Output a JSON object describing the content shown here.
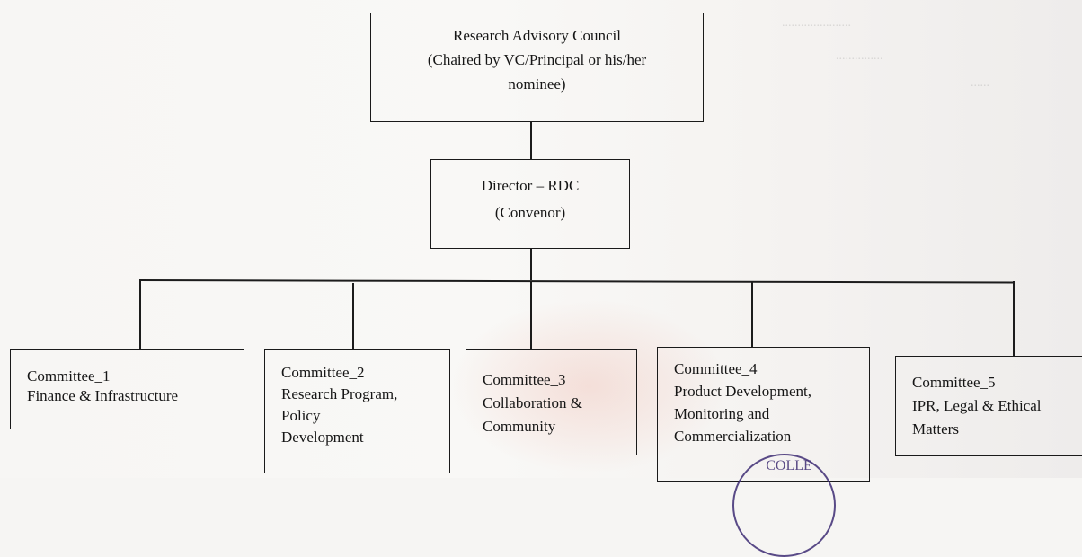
{
  "diagram": {
    "top": {
      "line1": "Research Advisory Council",
      "line2": "(Chaired by VC/Principal or his/her",
      "line3": "nominee)"
    },
    "director": {
      "line1": "Director – RDC",
      "line2": "(Convenor)"
    },
    "committees": [
      {
        "title": "Committee_1",
        "desc": [
          "Finance & Infrastructure"
        ]
      },
      {
        "title": "Committee_2",
        "desc": [
          "Research Program,",
          "Policy",
          "Development"
        ]
      },
      {
        "title": "Committee_3",
        "desc": [
          "Collaboration &",
          "Community"
        ]
      },
      {
        "title": "Committee_4",
        "desc": [
          "Product Development,",
          "Monitoring and",
          "Commercialization"
        ]
      },
      {
        "title": "Committee_5",
        "desc": [
          "IPR, Legal & Ethical",
          "Matters"
        ]
      }
    ]
  },
  "seal_text": "COLLE"
}
